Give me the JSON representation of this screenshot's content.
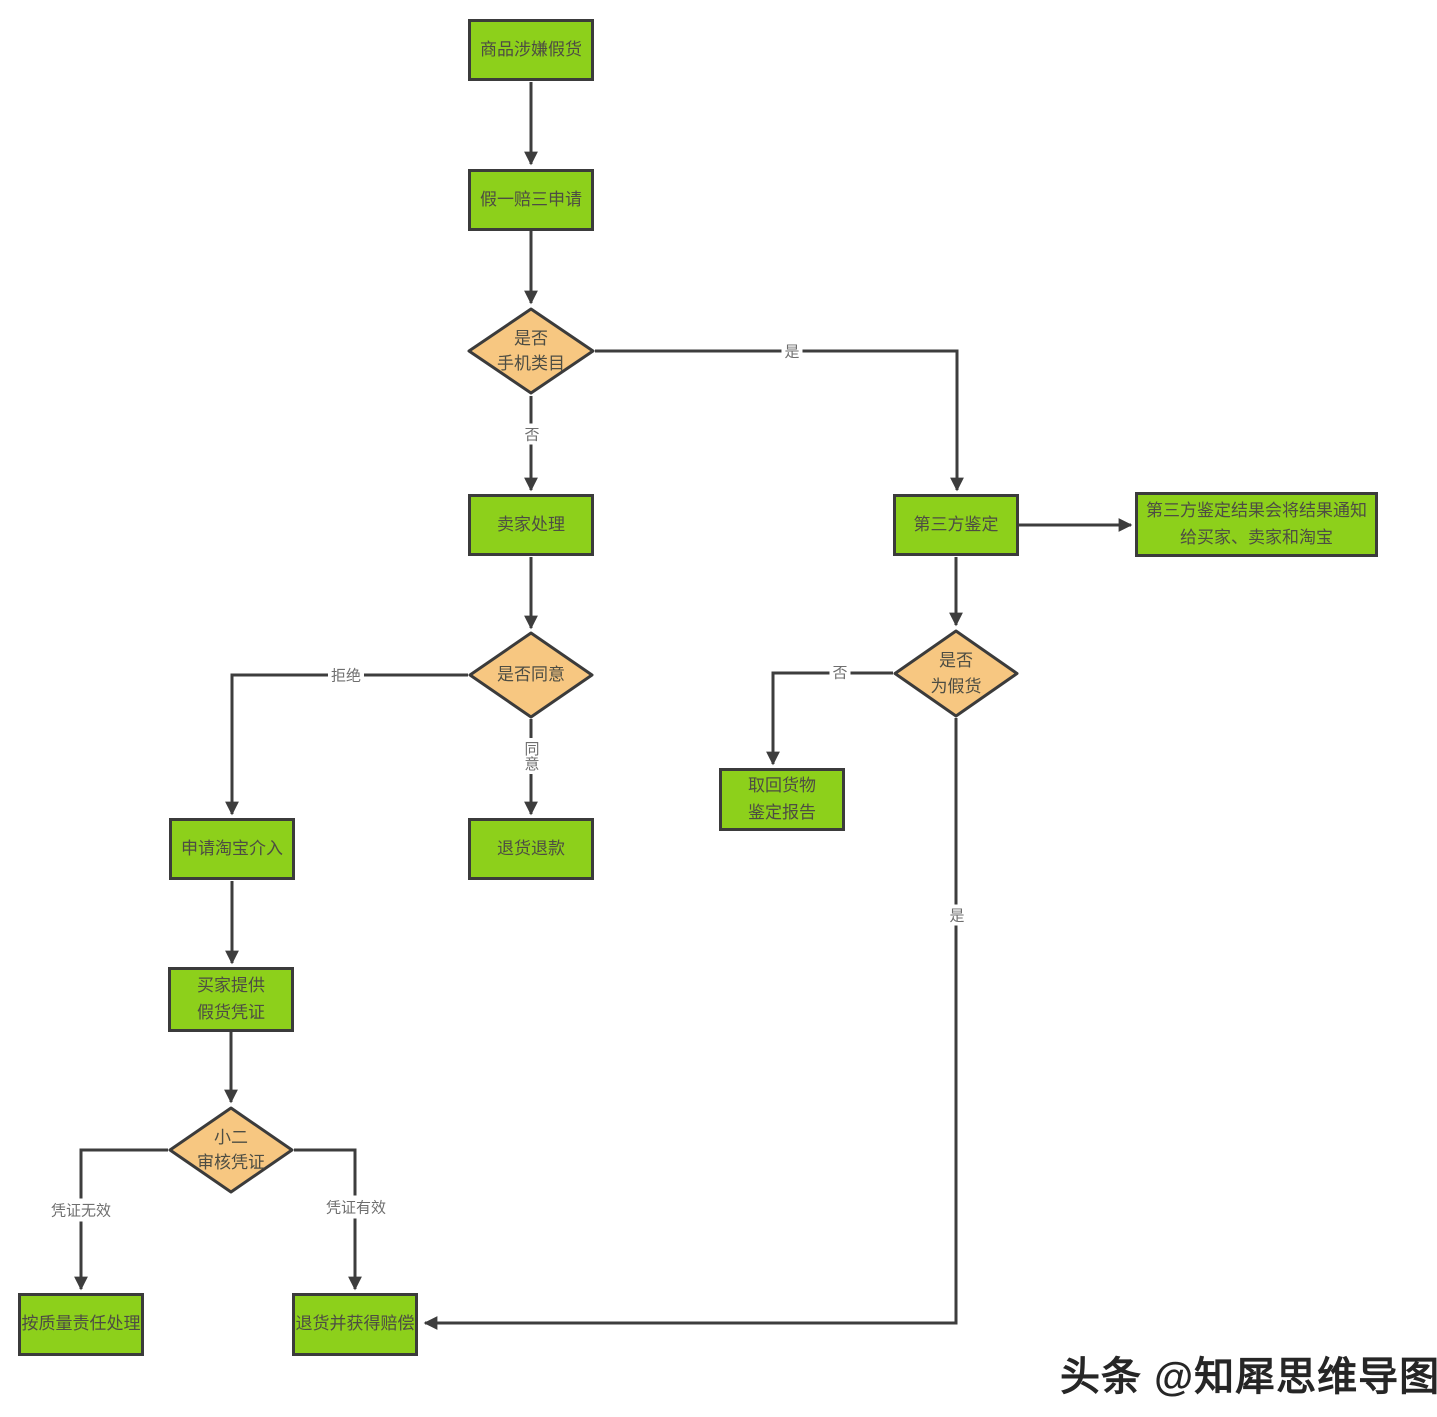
{
  "nodes": {
    "suspected_fake": {
      "label": "商品涉嫌假货"
    },
    "claim_apply": {
      "label": "假一赔三申请"
    },
    "phone_category": {
      "label": "是否\n手机类目"
    },
    "seller_handle": {
      "label": "卖家处理"
    },
    "third_party": {
      "label": "第三方鉴定"
    },
    "notify_result": {
      "label": "第三方鉴定结果会将结果通知\n给买家、卖家和淘宝"
    },
    "agree_or_not": {
      "label": "是否同意"
    },
    "apply_taobao": {
      "label": "申请淘宝介入"
    },
    "refund_return": {
      "label": "退货退款"
    },
    "buyer_evidence": {
      "label": "买家提供\n假货凭证"
    },
    "staff_review": {
      "label": "小二\n审核凭证"
    },
    "is_fake": {
      "label": "是否\n为假货"
    },
    "retrieve_report": {
      "label": "取回货物\n鉴定报告"
    },
    "quality_liability": {
      "label": "按质量责任处理"
    },
    "return_compensation": {
      "label": "退货并获得赔偿"
    }
  },
  "edge_labels": {
    "phone_yes": "是",
    "phone_no": "否",
    "refuse": "拒绝",
    "agree": "同意",
    "evidence_invalid": "凭证无效",
    "evidence_valid": "凭证有效",
    "fake_no": "否",
    "fake_yes": "是"
  },
  "watermark": "头条 @知犀思维导图",
  "colors": {
    "process_fill": "#8dd01b",
    "decision_fill": "#f7c781",
    "border": "#3b3b3b",
    "line": "#3d3d3d",
    "node_text": "#4d4d43",
    "edge_label_text": "#6e6e6e"
  }
}
